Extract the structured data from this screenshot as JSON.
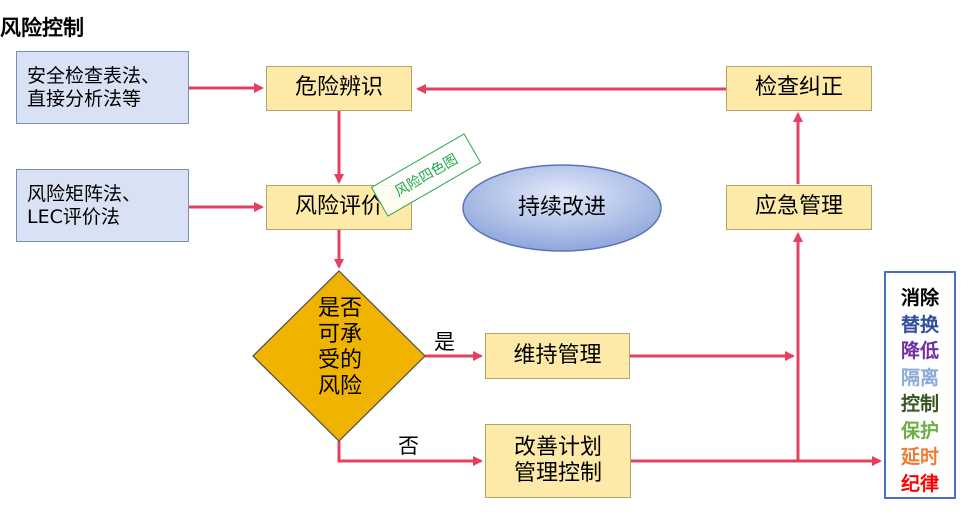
{
  "title": "风险控制",
  "inputs": {
    "identify_methods": [
      "安全检查表法、",
      "直接分析法等"
    ],
    "assess_methods": [
      "风险矩阵法、",
      "LEC评价法"
    ]
  },
  "nodes": {
    "identify": "危险辨识",
    "assess": "风险评价",
    "inspect": "检查纠正",
    "emergency": "应急管理",
    "maintain": "维持管理",
    "improve": [
      "改善计划",
      "管理控制"
    ],
    "continuous": "持续改进"
  },
  "stamp": "风险四色图",
  "decision": {
    "lines": [
      "是否",
      "可承",
      "受的",
      "风险"
    ],
    "yes": "是",
    "no": "否"
  },
  "legend": [
    {
      "text": "消除",
      "color": "#000000"
    },
    {
      "text": "替换",
      "color": "#2f4f9c"
    },
    {
      "text": "降低",
      "color": "#7030a0"
    },
    {
      "text": "隔离",
      "color": "#8eaadb"
    },
    {
      "text": "控制",
      "color": "#375623"
    },
    {
      "text": "保护",
      "color": "#70ad47"
    },
    {
      "text": "延时",
      "color": "#ed7d31"
    },
    {
      "text": "纪律",
      "color": "#ff0000"
    }
  ],
  "colors": {
    "arrow": "#e4405f",
    "diamond": "#f0b400",
    "ellipse": "#9fb3e0",
    "legend_border": "#4b6fbd"
  }
}
